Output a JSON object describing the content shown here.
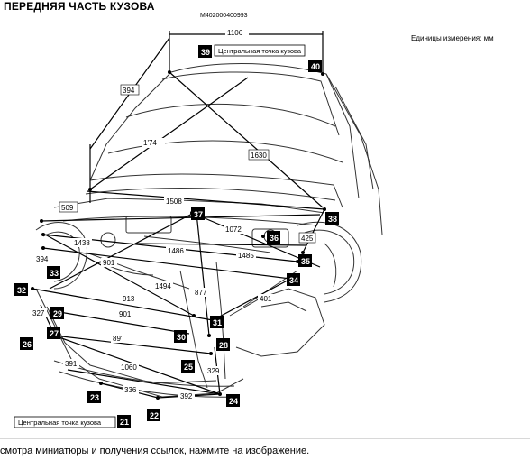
{
  "header": {
    "title": "ПЕРЕДНЯЯ ЧАСТЬ КУЗОВА",
    "doc_code": "M402000400993",
    "units": "Единицы измерения: мм"
  },
  "labels": {
    "center_top": "Центральная точка кузова",
    "center_bottom": "Центральная точка кузова"
  },
  "callouts": [
    "21",
    "22",
    "23",
    "24",
    "25",
    "26",
    "27",
    "28",
    "29",
    "30",
    "31",
    "32",
    "33",
    "34",
    "35",
    "36",
    "37",
    "38",
    "39",
    "40"
  ],
  "dimensions": [
    "1106",
    "394",
    "1'74",
    "1630",
    "509",
    "1508",
    "1072",
    "1438",
    "1486",
    "1485",
    "425",
    "394",
    "901",
    "1494",
    "877",
    "913",
    "401",
    "901",
    "327",
    "89'",
    "1060",
    "391",
    "329",
    "336",
    "392"
  ],
  "footer": {
    "caption": "смотра миниатюры и получения ссылок, нажмите на изображение."
  }
}
